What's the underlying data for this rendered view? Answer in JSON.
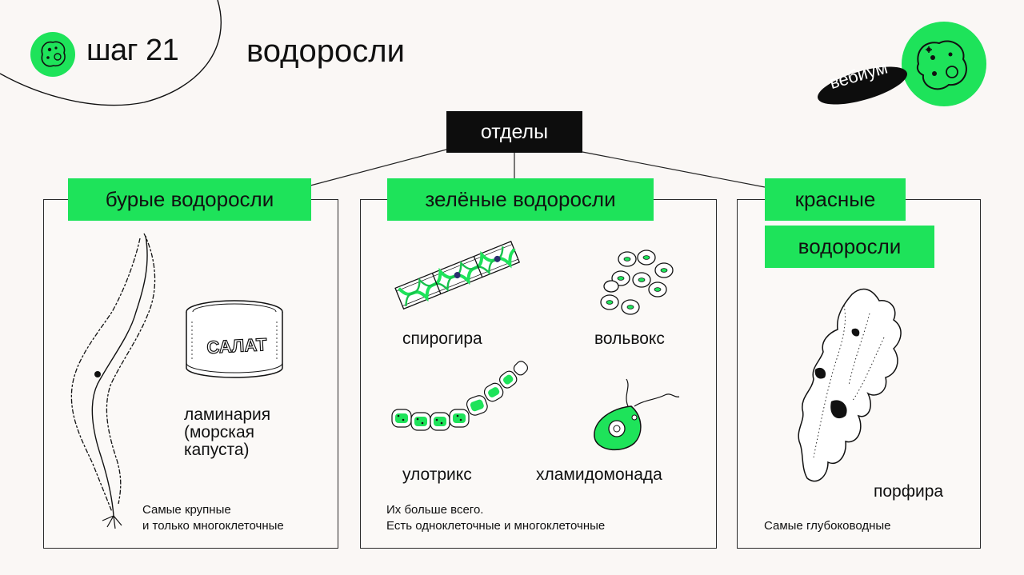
{
  "header": {
    "step": "шаг 21",
    "title": "водоросли",
    "brand": "вебиум"
  },
  "root": {
    "label": "отделы"
  },
  "colors": {
    "accent": "#1ee35a",
    "dark": "#0d0d0d",
    "background": "#faf7f5"
  },
  "divisions": {
    "brown": {
      "label": "бурые водоросли",
      "can_label": "САЛАТ",
      "species": "ламинария (морская капуста)",
      "species_lines": [
        "ламинария",
        "(морская",
        "капуста)"
      ],
      "note_lines": [
        "Самые крупные",
        "и только многоклеточные"
      ]
    },
    "green": {
      "label": "зелёные водоросли",
      "species": [
        "спирогира",
        "вольвокс",
        "улотрикс",
        "хламидомонада"
      ],
      "note_lines": [
        "Их больше всего.",
        "Есть одноклеточные и многоклеточные"
      ]
    },
    "red": {
      "label_lines": [
        "красные",
        "водоросли"
      ],
      "species": "порфира",
      "note": "Самые глубоководные"
    }
  },
  "icons": {
    "logo": "microbe-icon",
    "brand": "microbe-icon",
    "illustrations": [
      "laminaria-icon",
      "can-icon",
      "spirogyra-icon",
      "volvox-icon",
      "ulothrix-icon",
      "chlamydomonas-icon",
      "porphyra-icon"
    ]
  }
}
